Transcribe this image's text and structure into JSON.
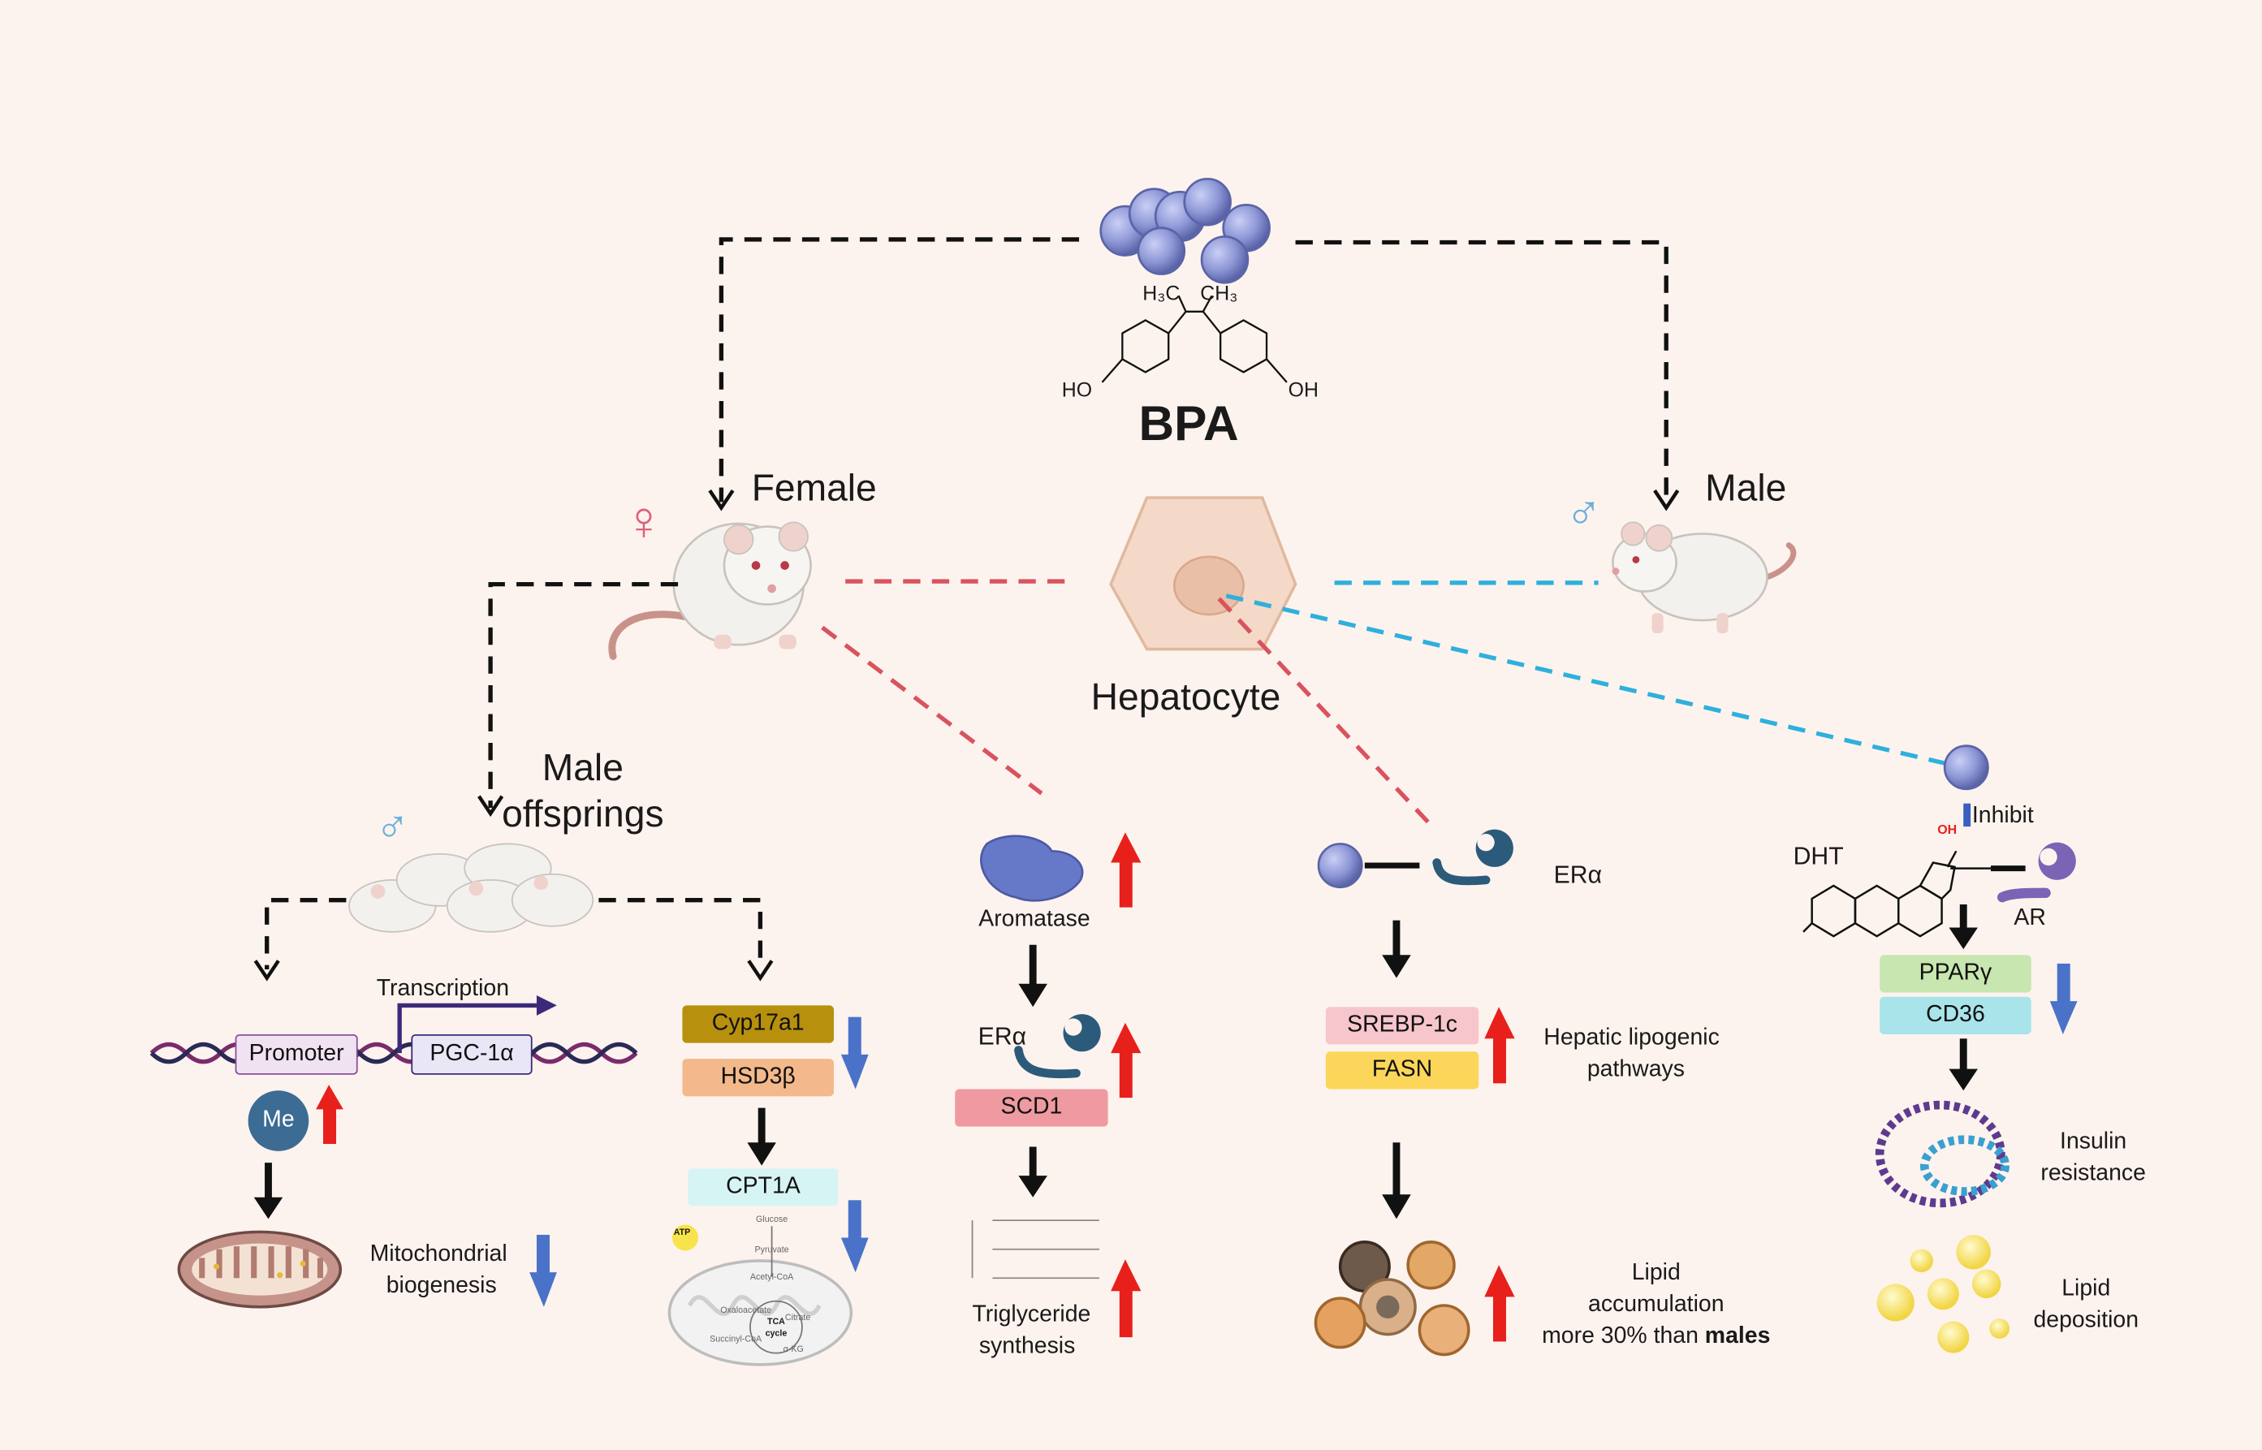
{
  "bpa": {
    "name": "BPA",
    "formula": {
      "h3c": "H₃C",
      "ch3": "CH₃",
      "ho": "HO",
      "oh": "OH"
    }
  },
  "female": {
    "label": "Female",
    "symbol": "♀"
  },
  "male": {
    "label": "Male",
    "symbol": "♂"
  },
  "hepatocyte": {
    "label": "Hepatocyte"
  },
  "offspring": {
    "label_line1": "Male",
    "label_line2": "offsprings",
    "symbol": "♂"
  },
  "methylation": {
    "transcription": "Transcription",
    "promoter": "Promoter",
    "gene": "PGC-1α",
    "me": "Me",
    "outcome_line1": "Mitochondrial",
    "outcome_line2": "biogenesis"
  },
  "steroid": {
    "cyp17a1": "Cyp17a1",
    "hsd3b": "HSD3β",
    "cpt1a": "CPT1A",
    "tca": {
      "glucose": "Glucose",
      "pyruvate": "Pyruvate",
      "acetyl": "Acetyl-CoA",
      "oxalo": "Oxaloacetate",
      "citrate": "Citrate",
      "succinyl": "Succinyl-CoA",
      "akg": "α-KG",
      "cycle_line1": "TCA",
      "cycle_line2": "cycle",
      "atp": "ATP"
    }
  },
  "aromatase": {
    "label": "Aromatase",
    "era": "ERα",
    "scd1": "SCD1",
    "outcome_line1": "Triglyceride",
    "outcome_line2": "synthesis"
  },
  "era_path": {
    "era": "ERα",
    "srebp": "SREBP-1c",
    "fasn": "FASN",
    "pathway_line1": "Hepatic lipogenic",
    "pathway_line2": "pathways",
    "outcome_line1": "Lipid",
    "outcome_line2": "accumulation",
    "outcome_line3_pre": "more 30% than ",
    "outcome_line3_bold": "males"
  },
  "ar_path": {
    "inhibit": "Inhibit",
    "dht": "DHT",
    "ar": "AR",
    "pparg": "PPARγ",
    "cd36": "CD36",
    "insulin_line1": "Insulin",
    "insulin_line2": "resistance",
    "lipid_line1": "Lipid",
    "lipid_line2": "deposition"
  },
  "colors": {
    "background": "#fdf3ee",
    "up_arrow": "#e8201c",
    "down_arrow": "#4a72c8",
    "female_line": "#d9535e",
    "male_line": "#2fb0dc",
    "bpa_sphere": "#8d97d6",
    "cyp17a1": "#b7900d",
    "hsd3b": "#f4b98a",
    "cpt1a": "#d6f4f4",
    "scd1": "#ef9aa0",
    "srebp": "#f7c6cc",
    "fasn": "#fbd65a",
    "pparg": "#c8e6b0",
    "cd36": "#a9e4ea"
  }
}
